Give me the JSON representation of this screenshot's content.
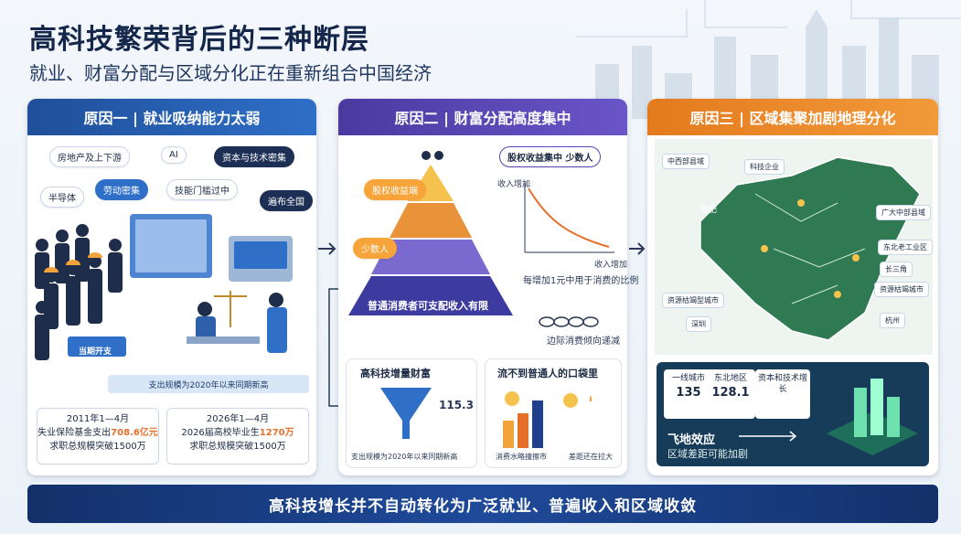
{
  "title": "高科技繁荣背后的三种断层",
  "subtitle": "就业、财富分配与区域分化正在重新组合中国经济",
  "panel1": {
    "header": "原因一 | 就业吸纳能力太弱",
    "tags": [
      "房地产及上下游",
      "AI",
      "资本与技术密集",
      "半导体",
      "劳动密集",
      "技能门槛过中",
      "遍布全国"
    ],
    "screen_label": "当期开支",
    "band": "支出规模为2020年以来同期新高",
    "stat1": {
      "line1": "2011年1—4月",
      "line2a": "失业保险基金支出",
      "value": "708.6亿元",
      "line3": "求职总规模突破1500万"
    },
    "stat2": {
      "line1": "2026年1—4月",
      "line2a": "2026届高校毕业生",
      "value": "1270万",
      "line3": "求职总规模突破1500万"
    }
  },
  "panel2": {
    "header": "原因二 | 财富分配高度集中",
    "tag_top": "股权收益集中 少数人",
    "tag_left1": "股权收益端",
    "tag_left2": "少数人",
    "pyramid_base": "普通消费者可支配收入有限",
    "chart_ylabel": "收入增加",
    "chart_xlabel": "收入增加",
    "chart_note": "每增加1元中用于消费的比例",
    "chain_note": "边际消费倾向递减",
    "card1_title": "高科技增量财富",
    "card1_value": "115.3",
    "card1_note": "支出规模为2020年以来同期新高",
    "card2_title": "流不到普通人的口袋里",
    "card2_note1": "消费水略撞擦市",
    "card2_note2": "差距还在拉大"
  },
  "panel3": {
    "header": "原因三 | 区域集聚加剧地理分化",
    "map_tags": [
      "中西部县域",
      "科技企业",
      "合肥",
      "广大中部县域",
      "东北老工业区",
      "长三角",
      "资源枯竭型城市",
      "资源枯竭城市",
      "深圳",
      "杭州"
    ],
    "stats": [
      {
        "label": "一线城市",
        "value": "135"
      },
      {
        "label": "东北地区",
        "value": "128.1"
      },
      {
        "label": "资本和技术增长",
        "value": ""
      }
    ],
    "effect_title": "飞地效应",
    "effect_note": "区域差距可能加剧"
  },
  "footer": "高科技增长并不自动转化为广泛就业、普遍收入和区域收敛",
  "colors": {
    "blue": "#2f6fc8",
    "purple": "#5a48b8",
    "orange": "#ef8a2a",
    "navy": "#13306a"
  }
}
